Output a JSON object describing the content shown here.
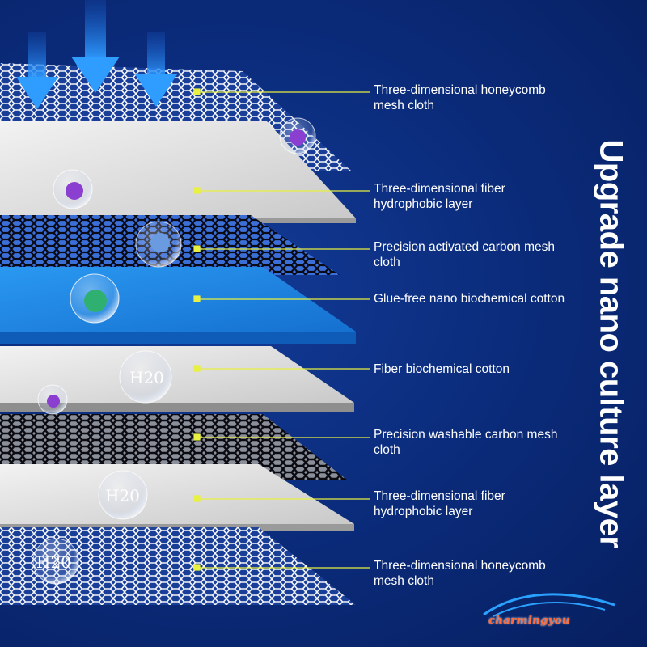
{
  "title": "Upgrade nano culture layer",
  "layers": [
    {
      "label": "Three-dimensional honeycomb mesh cloth"
    },
    {
      "label": "Three-dimensional fiber hydrophobic layer"
    },
    {
      "label": "Precision activated carbon mesh cloth"
    },
    {
      "label": "Glue-free nano biochemical cotton"
    },
    {
      "label": "Fiber biochemical cotton"
    },
    {
      "label": "Precision washable carbon mesh cloth"
    },
    {
      "label": "Three-dimensional fiber hydrophobic layer"
    },
    {
      "label": "Three-dimensional honeycomb mesh cloth"
    }
  ],
  "bubbles": {
    "h2o_1": "H20",
    "h2o_2": "H20",
    "h2o_3": "H20"
  },
  "logo": "charmingyou",
  "colors": {
    "background": "#0b2a78",
    "leader_line": "#e8f040",
    "label_text": "#ffffff",
    "blue_sponge": "#1e88e5",
    "gray_layer": "#dcdcdc",
    "arrow": "#2f8cf0"
  }
}
